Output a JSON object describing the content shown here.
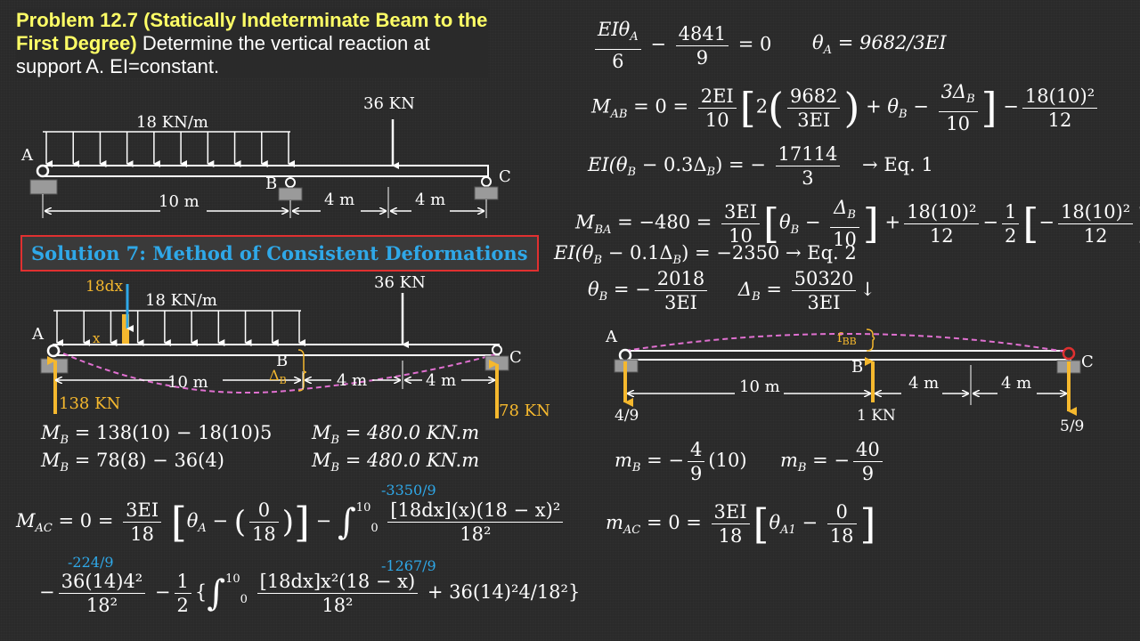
{
  "title": {
    "bold": "Problem 12.7 (Statically Indeterminate Beam to the First Degree)",
    "rest": "Determine the vertical reaction at support A. EI=constant."
  },
  "beam1": {
    "load_dist": "18 KN/m",
    "load_point": "36 KN",
    "label_a": "A",
    "label_b": "B",
    "label_c": "C",
    "dim1": "10 m",
    "dim2": "4 m",
    "dim3": "4 m"
  },
  "solution_box": "Solution 7: Method of Consistent Deformations",
  "beam2": {
    "strip": "18dx",
    "x": "x",
    "load_dist": "18 KN/m",
    "load_point": "36 KN",
    "label_a": "A",
    "label_b": "B",
    "label_c": "C",
    "delta": "Δ",
    "delta_sub": "B",
    "dim1": "10 m",
    "dim2": "4 m",
    "dim3": "4 m",
    "react_a": "138 KN",
    "react_c": "78 KN"
  },
  "beam3": {
    "label_a": "A",
    "label_b": "B",
    "label_c": "C",
    "f": "f",
    "f_sub": "BB",
    "dim1": "10 m",
    "dim2": "4 m",
    "dim3": "4 m",
    "react_a": "4/9",
    "load_b": "1 KN",
    "react_c": "5/9"
  },
  "equations": {
    "mb1_lhs": "M",
    "mb1_sub": "B",
    "mb1_rhs": " = 138(10) − 18(10)5",
    "mb2_lhs": "M",
    "mb2_sub": "B",
    "mb2_rhs": " = 78(8) − 36(4)",
    "mb3_lhs": "M",
    "mb3_sub": "B",
    "mb3_rhs": " = 480.0 KN.m",
    "mb4_lhs": "M",
    "mb4_sub": "B",
    "mb4_rhs": " = 480.0 KN.m",
    "anno1": "-3350/9",
    "anno2": "-224/9",
    "anno3": "-1267/9",
    "mac_lhs": "M",
    "mac_sub": "AC",
    "mac_mid": " = 0 = ",
    "frac_3ei": "3EI",
    "frac_18": "18",
    "theta_a": "θ",
    "theta_a_sub": "A",
    "zero": "0",
    "int_upper": "10",
    "int_lower": "0",
    "int1_num": "[18dx](x)(18 − x)²",
    "int1_den": "18²",
    "term2_num": "36(14)4²",
    "term2_den": "18²",
    "half_num": "1",
    "half_den": "2",
    "int2_num": "[18dx]x²(18 − x)",
    "int2_den": "18²",
    "tail": " + 36(14)²4/18²}",
    "r1_num": "EIθ",
    "r1_num_sub": "A",
    "r1_den": "6",
    "r1_frac2_num": "4841",
    "r1_frac2_den": "9",
    "r1_eq": " = 0",
    "r1_theta": "θ",
    "r1_theta_sub": "A",
    "r1_result": " = 9682/3EI",
    "r2_lhs": "M",
    "r2_sub": "AB",
    "r2_eq": " = 0 = ",
    "r2_2ei": "2EI",
    "r2_10": "10",
    "r2_9682": "9682",
    "r2_3ei": "3EI",
    "r2_3db": "3Δ",
    "r2_3db_sub": "B",
    "r2_fem_num": "18(10)²",
    "r2_fem_den": "12",
    "r3_lhs": "EI(θ",
    "r3_lhs2": "B",
    "r3_lhs3": " − 0.3Δ",
    "r3_lhs4": "B",
    "r3_eq": ") = −",
    "r3_num": "17114",
    "r3_den": "3",
    "r3_tag": "→ Eq. 1",
    "r4_lhs": "M",
    "r4_sub": "BA",
    "r4_eq": " = −480 = ",
    "r4_db": "Δ",
    "r4_db_sub": "B",
    "r5": "EI(θ",
    "r5b": "B",
    "r5c": " − 0.1Δ",
    "r5d": "B",
    "r5e": ") = −2350 → Eq. 2",
    "r6_theta": "θ",
    "r6_theta_sub": "B",
    "r6_num": "2018",
    "r6_den": "3EI",
    "r6_delta": "Δ",
    "r6_delta_sub": "B",
    "r6_num2": "50320",
    "r6_den2": "3EI",
    "r6_arrow": "↓",
    "mb5_lhs": "m",
    "mb5_sub": "B",
    "mb5_num": "4",
    "mb5_den": "9",
    "mb5_tail": "(10)",
    "mb6_lhs": "m",
    "mb6_sub": "B",
    "mb6_num": "40",
    "mb6_den": "9",
    "mac2_lhs": "m",
    "mac2_sub": "AC",
    "mac2_theta_sub": "A1"
  }
}
